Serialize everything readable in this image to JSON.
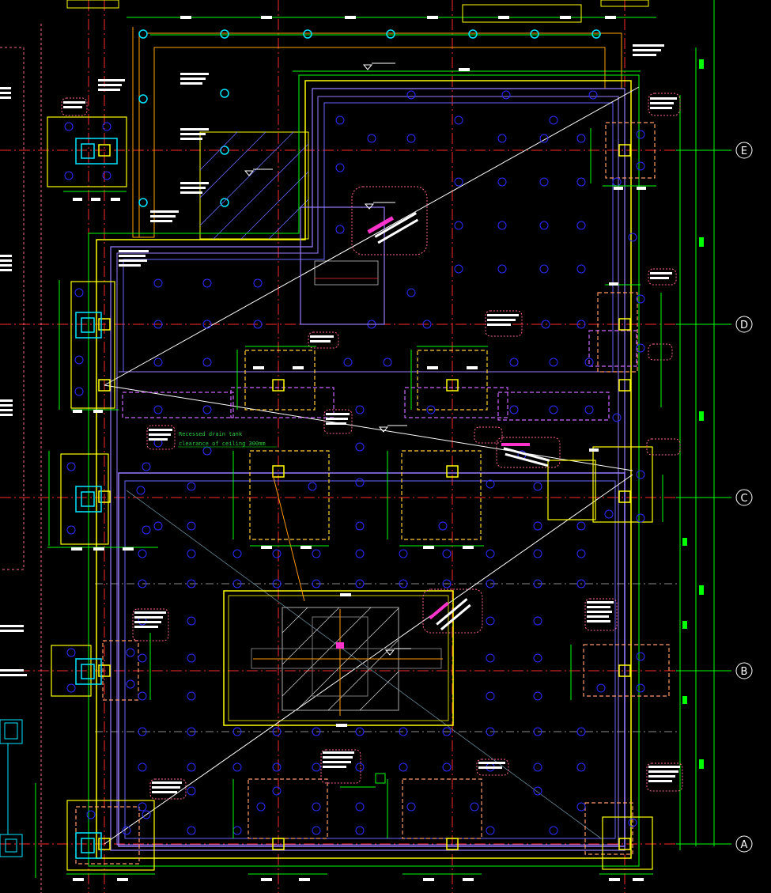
{
  "drawing": {
    "background": "#000000",
    "colors": {
      "grid_axis": "#ff2a2a",
      "dim": "#00ff00",
      "wall_yellow": "#ffff00",
      "slab_violet": "#9a7cff",
      "slab_blue": "#6666ff",
      "pile": "#2b2bff",
      "pile_cap": "#ff9944",
      "section": "#ffffff",
      "cyan": "#00e5ff",
      "magenta": "#ff33cc",
      "orange": "#ffa500",
      "white": "#ffffff"
    },
    "grid_axes": [
      {
        "label": "E"
      },
      {
        "label": "D"
      },
      {
        "label": "C"
      },
      {
        "label": "B"
      },
      {
        "label": "A"
      }
    ],
    "notes": {
      "green_1": "Recessed drain tank",
      "green_2": "clearance of ceiling 300mm"
    }
  }
}
